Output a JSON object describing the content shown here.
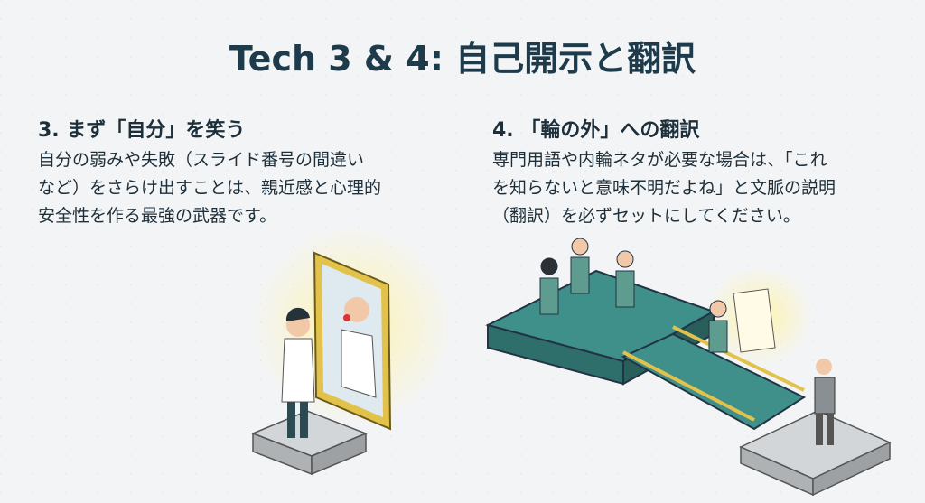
{
  "title": "Tech 3 & 4: 自己開示と翻訳",
  "left": {
    "heading": "3. まず「自分」を笑う",
    "lines": [
      "自分の弱みや失敗（スライド番号の間違い",
      "など）をさらけ出すことは、親近感と心理的",
      "安全性を作る最強の武器です。"
    ]
  },
  "right": {
    "heading": "4. 「輪の外」への翻訳",
    "lines": [
      "専門用語や内輪ネタが必要な場合は、「これ",
      "を知らないと意味不明だよね」と文脈の説明",
      "（翻訳）を必ずセットにしてください。"
    ]
  },
  "colors": {
    "teal": "#3f8f8a",
    "gold": "#e2c24a",
    "gray": "#c9ccce"
  }
}
